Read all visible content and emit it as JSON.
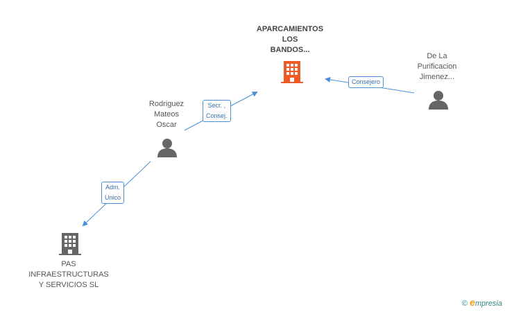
{
  "colors": {
    "edge": "#4a90d9",
    "focus_company": "#f05a28",
    "company": "#666666",
    "person": "#666666"
  },
  "nodes": {
    "aparcamientos": {
      "lines": [
        "APARCAMIENTOS",
        "LOS",
        "BANDOS..."
      ]
    },
    "rodriguez": {
      "lines": [
        "Rodriguez",
        "Mateos",
        "Oscar"
      ]
    },
    "purificacion": {
      "lines": [
        "De La",
        "Purificacion",
        "Jimenez..."
      ]
    },
    "pas": {
      "lines": [
        "PAS",
        "INFRAESTRUCTURAS",
        "Y SERVICIOS SL"
      ]
    }
  },
  "edges": {
    "rodriguez_to_aparcamientos": {
      "lines": [
        "Secr. ,",
        "Consej."
      ]
    },
    "purificacion_to_aparcamientos": {
      "lines": [
        "Consejero"
      ]
    },
    "rodriguez_to_pas": {
      "lines": [
        "Adm.",
        "Unico"
      ]
    }
  },
  "footer": {
    "copyright_symbol": "©",
    "brand_first": "e",
    "brand_rest": "mpresia"
  }
}
